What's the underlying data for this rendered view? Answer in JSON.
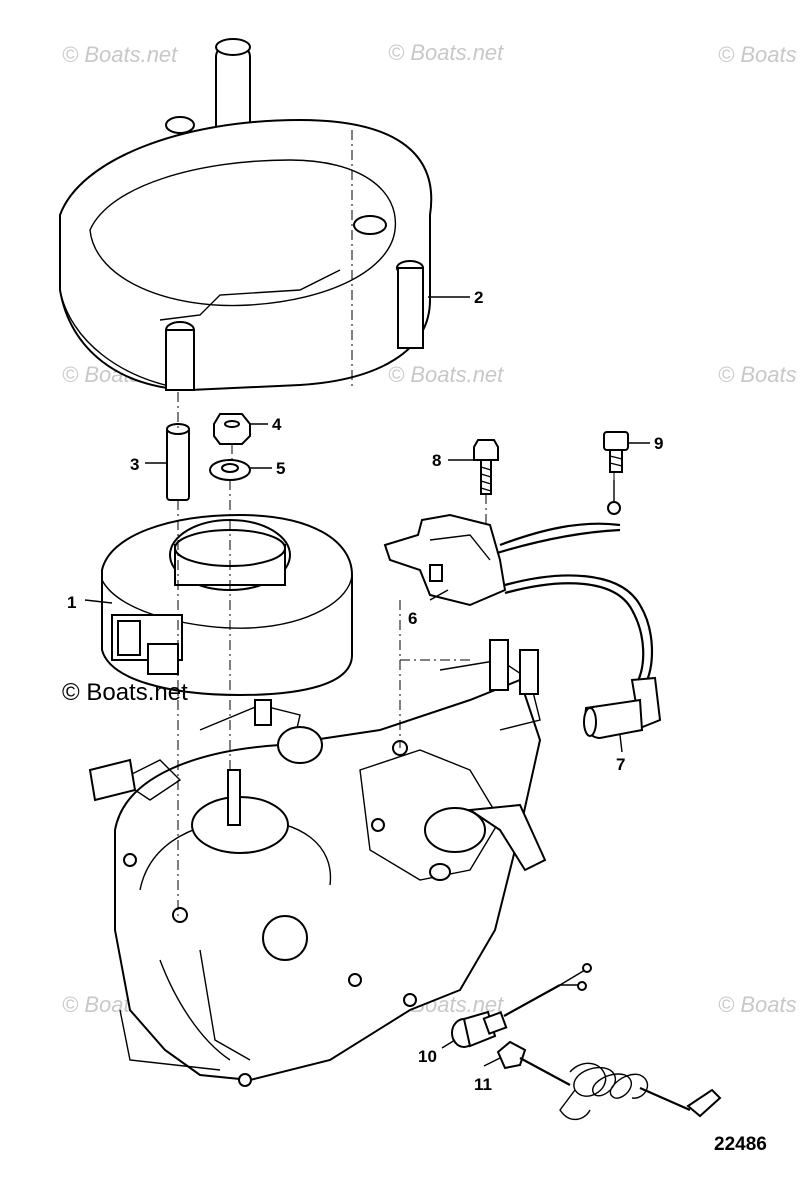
{
  "watermarks": [
    "© Boats.net",
    "© Boats.net",
    "© Boats",
    "© Boats.net",
    "© Boats.net",
    "© Boats",
    "© Boats.net",
    "© Boats.net",
    "© Boats"
  ],
  "main_watermark": "© Boats.net",
  "callouts": {
    "c1": "1",
    "c2": "2",
    "c3": "3",
    "c4": "4",
    "c5": "5",
    "c6": "6",
    "c7": "7",
    "c8": "8",
    "c9": "9",
    "c10": "10",
    "c11": "11"
  },
  "figure_number": "22486"
}
